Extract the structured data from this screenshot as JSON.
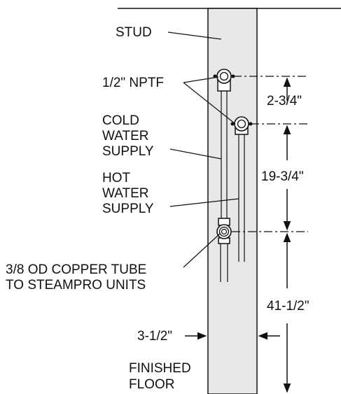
{
  "labels": {
    "stud": "STUD",
    "nptf": "1/2\" NPTF",
    "cold_1": "COLD",
    "cold_2": "WATER",
    "cold_3": "SUPPLY",
    "hot_1": "HOT",
    "hot_2": "WATER",
    "hot_3": "SUPPLY",
    "copper_1": "3/8 OD COPPER TUBE",
    "copper_2": "TO STEAMPRO UNITS",
    "floor_1": "FINISHED",
    "floor_2": "FLOOR"
  },
  "dimensions": {
    "upper_offset": "2-3/4\"",
    "middle_span": "19-3/4\"",
    "to_floor": "41-1/2\"",
    "stud_width": "3-1/2\""
  },
  "colors": {
    "stud_fill": "#e8e8e8",
    "line": "#111111"
  }
}
